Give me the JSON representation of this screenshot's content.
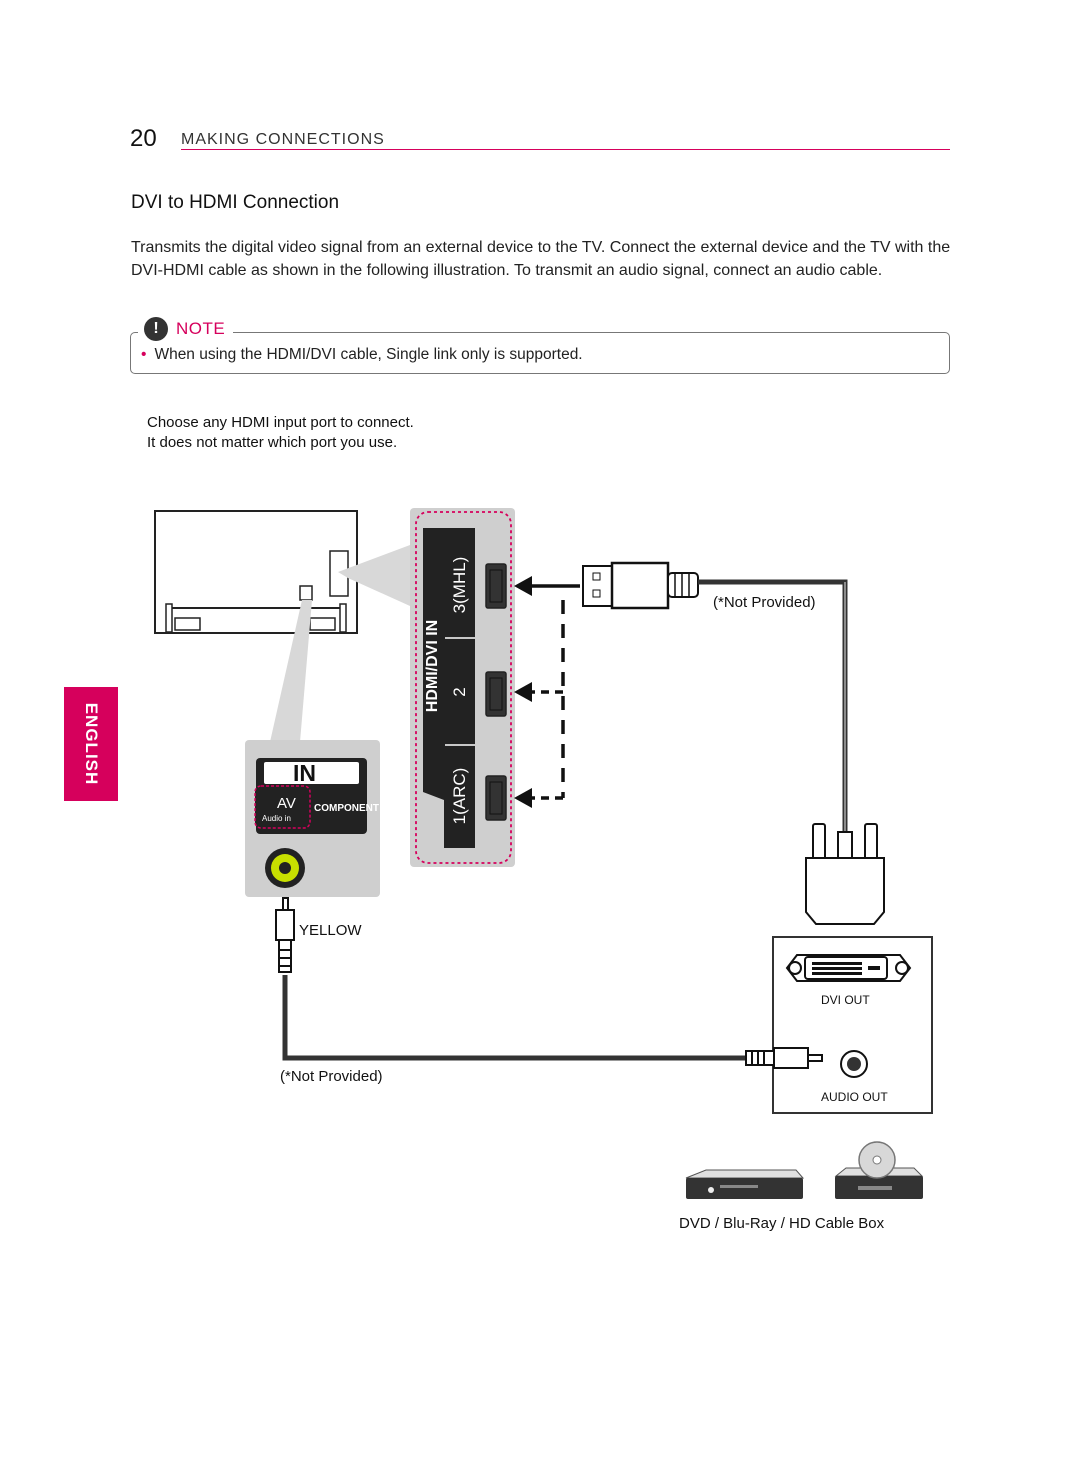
{
  "page_number": "20",
  "section_title": "MAKING CONNECTIONS",
  "heading": "DVI to HDMI Connection",
  "intro": "Transmits the digital video signal from an external device to the TV. Connect the external device and the TV with the DVI-HDMI cable as shown in the following illustration. To transmit an audio signal, connect an audio cable.",
  "note": {
    "icon": "!",
    "label": "NOTE",
    "text": "When using the HDMI/DVI cable, Single link only is supported."
  },
  "instructions": [
    "Choose any HDMI input port to connect.",
    "It does not matter which port you use."
  ],
  "language_tab": "ENGLISH",
  "diagram": {
    "in_label": "IN",
    "av_label": "AV",
    "audio_in_label": "Audio in",
    "component_label": "COMPONENT",
    "hdmi_label": "HDMI/DVI IN",
    "port_labels": [
      "3(MHL)",
      "2",
      "1(ARC)"
    ],
    "not_provided_hdmi": "(*Not Provided)",
    "yellow_label": "YELLOW",
    "not_provided_audio": "(*Not Provided)",
    "dvi_out_label": "DVI OUT",
    "audio_out_label": "AUDIO OUT",
    "devices_label": "DVD / Blu-Ray / HD Cable Box",
    "colors": {
      "accent": "#d6005c",
      "jack_yellow": "#c8e000",
      "panel_gray": "#cfcfcf"
    }
  }
}
